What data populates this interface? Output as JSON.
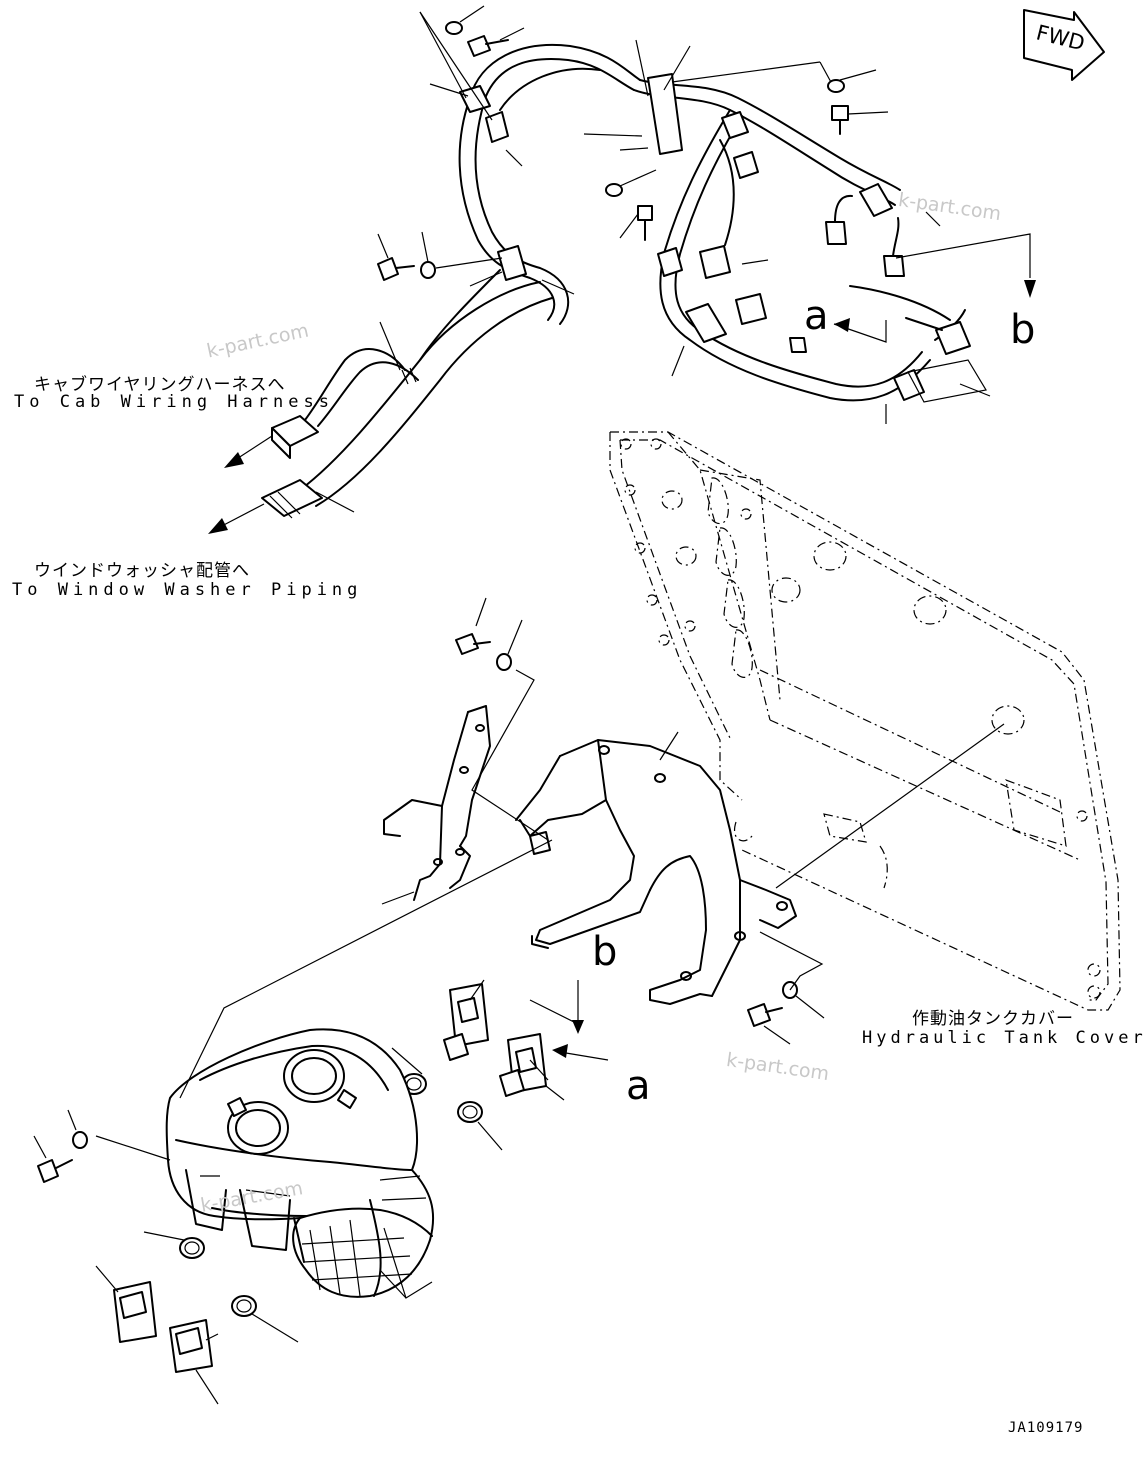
{
  "direction_tag": "FWD",
  "labels": {
    "cab_harness_jp": "キャブワイヤリングハーネスへ",
    "cab_harness_en": "To Cab Wiring Harness",
    "washer_piping_jp": "ウインドウォッシャ配管へ",
    "washer_piping_en": "To Window Washer Piping",
    "tank_cover_jp": "作動油タンクカバー",
    "tank_cover_en": "Hydraulic Tank Cover"
  },
  "callouts": {
    "a_top": "a",
    "b_top": "b",
    "b_mid": "b",
    "a_bottom": "a"
  },
  "watermark": "k-part.com",
  "drawing_code": "JA109179"
}
